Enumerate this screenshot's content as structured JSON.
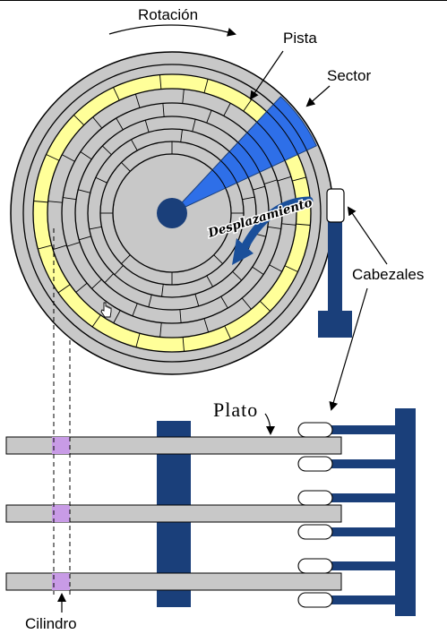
{
  "labels": {
    "rotation": "Rotación",
    "track": "Pista",
    "sector": "Sector",
    "displacement": "Desplazamiento",
    "heads": "Cabezales",
    "platter": "Plato",
    "cylinder": "Cilindro"
  },
  "colors": {
    "platter_fill": "#c8c8c8",
    "track_highlight": "#ffff99",
    "sector_highlight": "#2e6fe8",
    "arm": "#1a3f7a",
    "cylinder_mark": "#c89be6",
    "outline": "#000000"
  },
  "icons": {
    "cursor": "hand-cursor-icon"
  }
}
